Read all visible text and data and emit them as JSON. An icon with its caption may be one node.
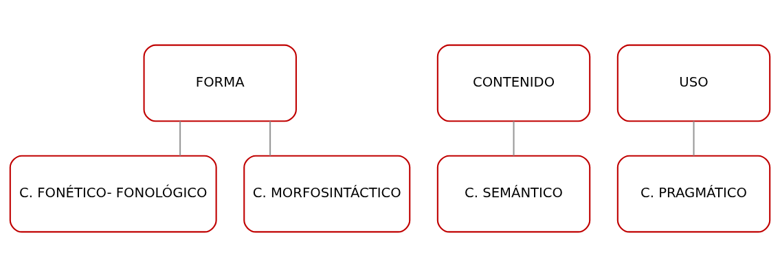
{
  "diagram": {
    "nodes": [
      {
        "text": [
          "FORMA"
        ]
      },
      {
        "text": [
          "C. FONÉTICO- FONOLÓGICO"
        ]
      },
      {
        "text": [
          "C. MORFOSINTÁCTICO"
        ]
      },
      {
        "text": [
          "CONTENIDO"
        ]
      },
      {
        "text": [
          "C. SEMÁNTICO"
        ]
      },
      {
        "text": [
          "USO"
        ]
      },
      {
        "text": [
          "C. PRAGMÁTICO"
        ]
      }
    ],
    "edges": [
      {
        "from": 0,
        "to": 1,
        "arrow": "none"
      },
      {
        "from": 0,
        "to": 2,
        "arrow": "none"
      },
      {
        "from": 3,
        "to": 4,
        "arrow": "none"
      },
      {
        "from": 5,
        "to": 6,
        "arrow": "none"
      }
    ]
  }
}
